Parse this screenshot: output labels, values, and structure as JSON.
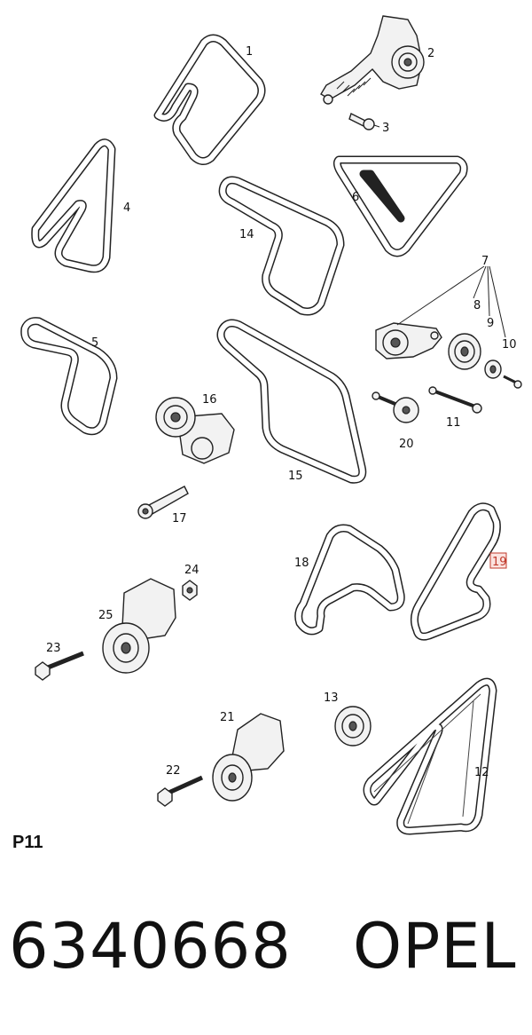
{
  "page_code": "P11",
  "part_number": "6340668",
  "brand": "OPEL",
  "highlight_color": "#c0392b",
  "callouts": {
    "c1": "1",
    "c2": "2",
    "c3": "3",
    "c4": "4",
    "c5": "5",
    "c6": "6",
    "c7": "7",
    "c8": "8",
    "c9": "9",
    "c10": "10",
    "c11": "11",
    "c12": "12",
    "c13": "13",
    "c14": "14",
    "c15": "15",
    "c16": "16",
    "c17": "17",
    "c18": "18",
    "c19": "19",
    "c20": "20",
    "c21": "21",
    "c22": "22",
    "c23": "23",
    "c24": "24",
    "c25": "25"
  }
}
